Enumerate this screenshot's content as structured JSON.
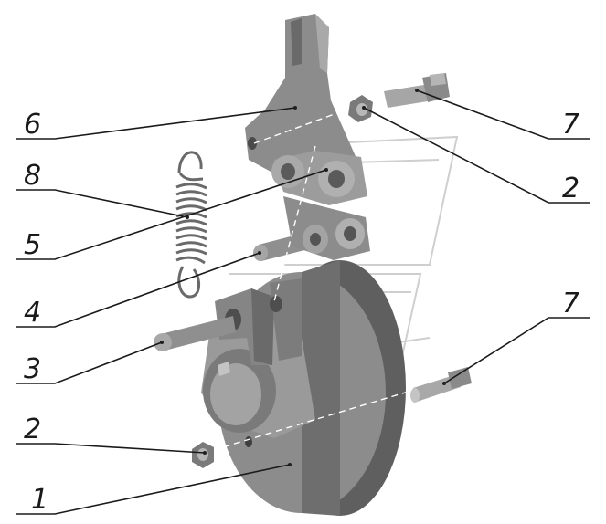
{
  "callouts": [
    {
      "id": "c6",
      "label": "6"
    },
    {
      "id": "c8",
      "label": "8"
    },
    {
      "id": "c5",
      "label": "5"
    },
    {
      "id": "c4",
      "label": "4"
    },
    {
      "id": "c3",
      "label": "3"
    },
    {
      "id": "c2a",
      "label": "2"
    },
    {
      "id": "c1",
      "label": "1"
    },
    {
      "id": "c7a",
      "label": "7"
    },
    {
      "id": "c2b",
      "label": "2"
    },
    {
      "id": "c7b",
      "label": "7"
    }
  ],
  "colors": {
    "part_face": "#8a8a8a",
    "part_light": "#a8a8a8",
    "part_dark": "#5e5e5e",
    "part_shadow": "#4a4a4a",
    "leader": "#1a1a1a",
    "watermark": "#c9c9c9"
  }
}
